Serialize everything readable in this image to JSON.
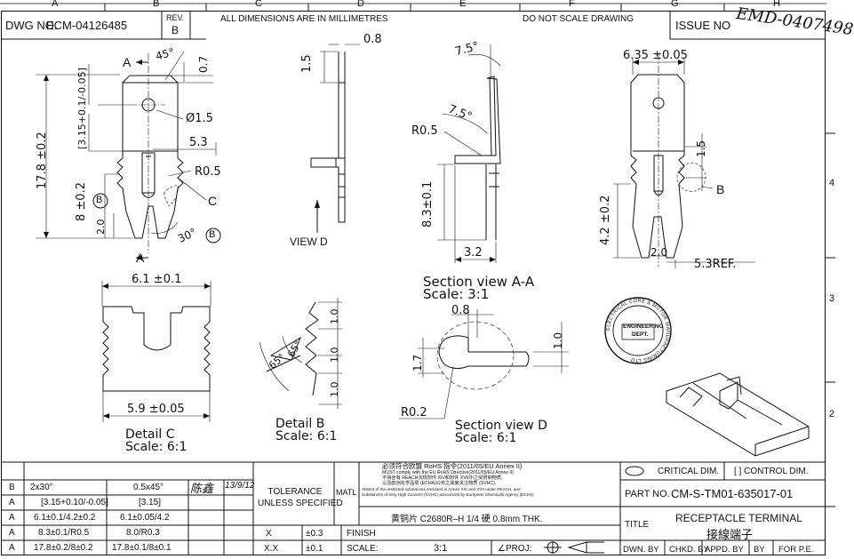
{
  "grid": {
    "columns": [
      "A",
      "B",
      "C",
      "D",
      "E",
      "F",
      "G",
      "H"
    ],
    "rows": [
      "4",
      "3",
      "2"
    ]
  },
  "header": {
    "dwg_no_label": "DWG NO.",
    "dwg_no": "ECM-04126485",
    "rev_label": "REV.",
    "rev": "B",
    "note_dimensions": "ALL DIMENSIONS ARE IN MILLIMETRES",
    "note_scale": "DO NOT SCALE DRAWING",
    "issue_label": "ISSUE NO",
    "issue_handwritten": "EMD-0407498"
  },
  "views": {
    "main": {
      "dims": [
        "45°",
        "0.7",
        "17.8 ±0.2",
        "[3.15+0.1/-0.05]",
        "5.3",
        "Ø1.5",
        "R0.5",
        "8 ±0.2",
        "2.0",
        "30°"
      ],
      "labels": [
        "A",
        "A",
        "B",
        "B",
        "C"
      ]
    },
    "view_d": {
      "title": "VIEW D",
      "dims": [
        "0.8",
        "1.5"
      ]
    },
    "section_aa": {
      "title": "Section view A-A",
      "scale": "Scale:  3:1",
      "dims": [
        "7.5°",
        "7.5°",
        "R0.5",
        "8.3±0.1",
        "3.2"
      ]
    },
    "right_view": {
      "dims": [
        "6.35 ±0.05",
        "1.5",
        "4.2 ±0.2",
        "2.0",
        "5.3REF."
      ],
      "label": "B"
    },
    "detail_c": {
      "title": "Detail C",
      "scale": "Scale:  6:1",
      "dims": [
        "6.1 ±0.1",
        "5.9 ±0.05"
      ]
    },
    "detail_b": {
      "title": "Detail B",
      "scale": "Scale:  6:1",
      "dims": [
        "65°",
        "65°",
        "1.0",
        "1.0",
        "1.0"
      ]
    },
    "section_d": {
      "title": "Section view D",
      "scale": "Scale:  6:1",
      "dims": [
        "0.8",
        "1.0",
        "1.7",
        "R0.2"
      ]
    }
  },
  "stamp": {
    "center": [
      "ENGINEERING",
      "DEPT."
    ],
    "ring": "ELECTRICAL CORE & MOTOR MANUFACTURING LTD"
  },
  "revision_table": [
    {
      "rev": "B",
      "from": "2x30°",
      "to": "0.5x45°",
      "sign": "陈鑫",
      "date": "13/9/12"
    },
    {
      "rev": "A",
      "from": "[3.15+0.10/-0.05]",
      "to": "[3.15]",
      "sign": "",
      "date": ""
    },
    {
      "rev": "A",
      "from": "6.1±0.1/4.2±0.2",
      "to": "6.1±0.05/4.2",
      "sign": "",
      "date": ""
    },
    {
      "rev": "A",
      "from": "8.3±0.1/R0.5",
      "to": "8.0/R0.3",
      "sign": "",
      "date": ""
    },
    {
      "rev": "A",
      "from": "17.8±0.2/8±0.2",
      "to": "17.8±0.1/8±0.1",
      "sign": "",
      "date": ""
    }
  ],
  "title_block": {
    "tolerance_label": "TOLERANCE\nUNLESS SPECIFIED",
    "tol_x": "X",
    "tol_x_val": "±0.3",
    "tol_xx": "X.X",
    "tol_xx_val": "±0.1",
    "matl_label": "MATL",
    "rohs_lines": [
      "必须符合欧盟 RoHS 指令(2011/65/EU  Annex  II)",
      "MUST comply with the EU RoHS Directive(2011/65/EU  Annex  II)",
      "不得含有 REACH法规附件 XIV和附件 XVII中之受限制物质,",
      "以及欧洲化学品局 (ECHA)公布之高度关注物质 (SVHC).",
      "Absent of the restricted substances enclosed in Annex XIV and XVII under REACH, and",
      "Substances of Very High Concern (SVHC)  announced by European Chemicals Agency (ECHA)"
    ],
    "material": "黄铜片  C2680R–H  1/4  硬  0.8mm THK.",
    "finish_label": "FINISH",
    "scale_label": "SCALE:",
    "scale_value": "3:1",
    "proj_label": "∠PROJ:",
    "critical_dim": "CRITICAL DIM.",
    "control_dim": "[  ]  CONTROL DIM.",
    "part_no_label": "PART NO.",
    "part_no": "CM-S-TM01-635017-01",
    "title_label": "TITLE",
    "title_en": "RECEPTACLE  TERMINAL",
    "title_cn": "接線端子",
    "dwn_by": "DWN. BY",
    "chkd_by": "CHKD. BY",
    "appd_by": "APPD. BY",
    "by": "BY",
    "for_pe": "FOR P.E."
  }
}
